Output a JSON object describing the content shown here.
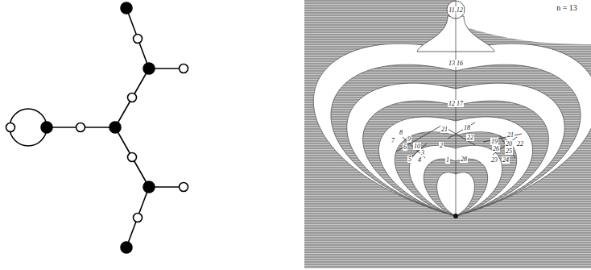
{
  "diagram": {
    "labels": [
      "n = 13",
      "11,12",
      "13 16",
      "12 17",
      "8",
      "7",
      "9",
      "6",
      "10",
      "3",
      "5",
      "4",
      "2",
      "21",
      "18",
      "22",
      "1",
      "28",
      "21",
      "19",
      "20",
      "22",
      "26",
      "25",
      "23",
      "24"
    ]
  }
}
